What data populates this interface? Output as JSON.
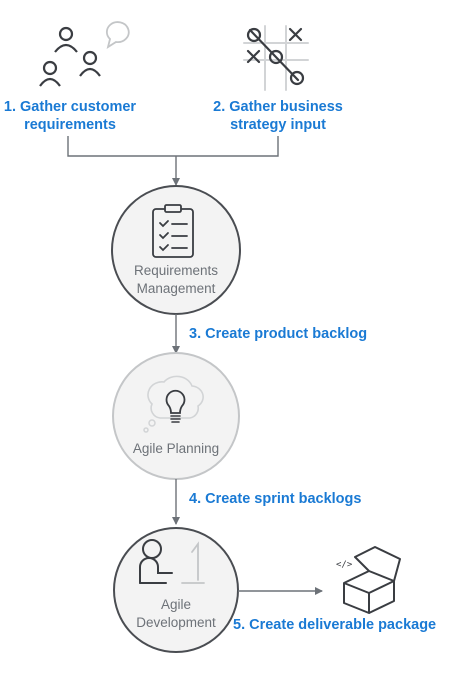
{
  "steps": [
    {
      "line1": "1. Gather customer",
      "line2": "requirements"
    },
    {
      "line1": "2. Gather business",
      "line2": "strategy input"
    },
    {
      "label": "3. Create product backlog"
    },
    {
      "label": "4. Create sprint backlogs"
    },
    {
      "label": "5. Create deliverable package"
    }
  ],
  "stages": [
    {
      "line1": "Requirements",
      "line2": "Management"
    },
    {
      "line1": "Agile Planning"
    },
    {
      "line1": "Agile",
      "line2": "Development"
    }
  ],
  "icons": [
    "customers-icon",
    "strategy-tictactoe-icon",
    "checklist-icon",
    "lightbulb-icon",
    "developer-icon",
    "package-box-icon"
  ],
  "colors": {
    "accent": "#1a7ad4",
    "line": "#6d7278",
    "circle_fill": "#f3f3f3"
  }
}
